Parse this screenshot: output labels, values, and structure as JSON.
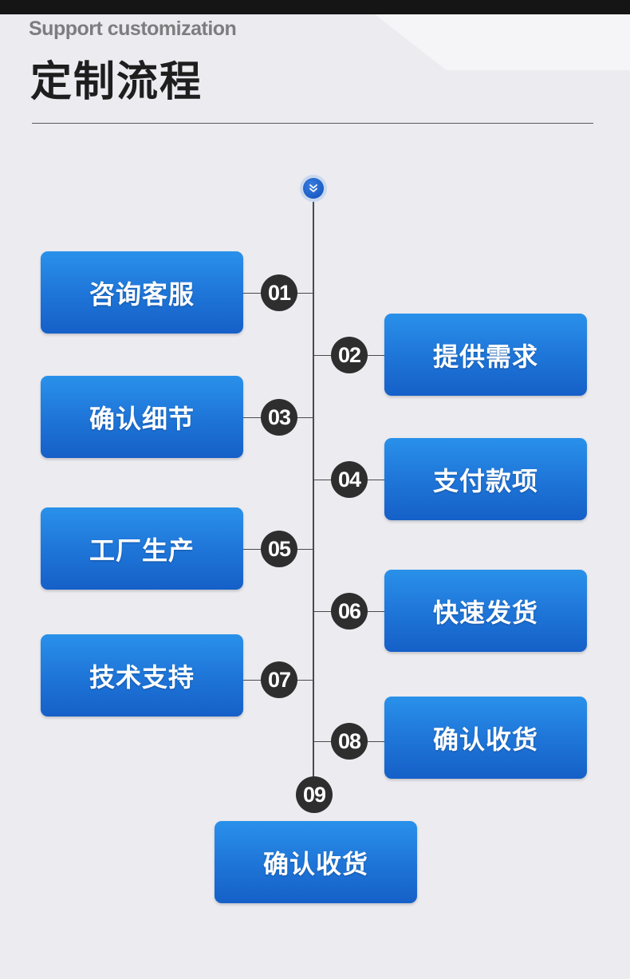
{
  "header": {
    "subtitle": "Support customization",
    "title": "定制流程"
  },
  "steps": [
    {
      "number": "01",
      "label": "咨询客服"
    },
    {
      "number": "02",
      "label": "提供需求"
    },
    {
      "number": "03",
      "label": "确认细节"
    },
    {
      "number": "04",
      "label": "支付款项"
    },
    {
      "number": "05",
      "label": "工厂生产"
    },
    {
      "number": "06",
      "label": "快速发货"
    },
    {
      "number": "07",
      "label": "技术支持"
    },
    {
      "number": "08",
      "label": "确认收货"
    },
    {
      "number": "09",
      "label": "确认收货"
    }
  ],
  "colors": {
    "accent": "#1f76d9",
    "number_circle": "#2e2e2e",
    "background": "#ebebf0"
  },
  "icons": {
    "top_marker": "double-chevron-down-icon"
  }
}
